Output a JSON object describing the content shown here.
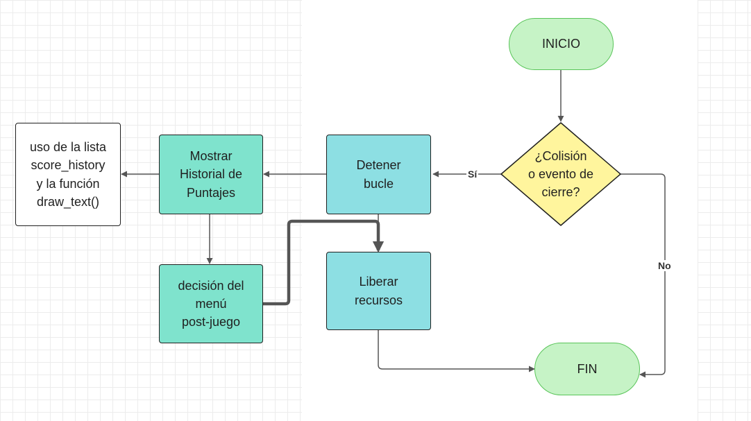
{
  "diagram": {
    "nodes": {
      "inicio": "INICIO",
      "decision": "¿Colisión\no evento de\ncierre?",
      "detener": "Detener\nbucle",
      "mostrar": "Mostrar\nHistorial de\nPuntajes",
      "nota": "uso de la lista\nscore_history\ny la función\ndraw_text()",
      "decision_menu": "decisión del\nmenú\npost-juego",
      "liberar": "Liberar\nrecursos",
      "fin": "FIN"
    },
    "edge_labels": {
      "si": "Sí",
      "no": "No"
    },
    "colors": {
      "terminal_fill": "#c6f3c6",
      "terminal_border": "#58c458",
      "decision_fill": "#fff59d",
      "teal_fill": "#7fe3cd",
      "cyan_fill": "#8ddfe3",
      "edge": "#555555"
    }
  }
}
